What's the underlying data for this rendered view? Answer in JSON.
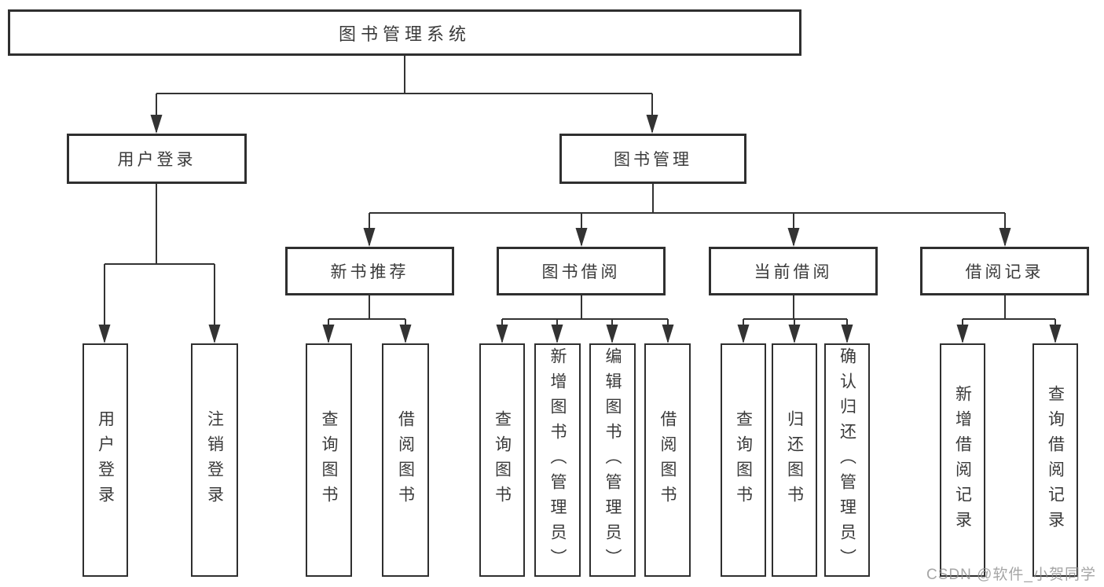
{
  "tree": {
    "root": {
      "label": "图书管理系统"
    },
    "level2": [
      {
        "label": "用户登录",
        "children": [
          {
            "label": "用户登录"
          },
          {
            "label": "注销登录"
          }
        ]
      },
      {
        "label": "图书管理",
        "children": [
          {
            "label": "新书推荐",
            "children": [
              {
                "label": "查询图书"
              },
              {
                "label": "借阅图书"
              }
            ]
          },
          {
            "label": "图书借阅",
            "children": [
              {
                "label": "查询图书"
              },
              {
                "label": "新增图书（管理员）"
              },
              {
                "label": "编辑图书（管理员）"
              },
              {
                "label": "借阅图书"
              }
            ]
          },
          {
            "label": "当前借阅",
            "children": [
              {
                "label": "查询图书"
              },
              {
                "label": "归还图书"
              },
              {
                "label": "确认归还（管理员）"
              }
            ]
          },
          {
            "label": "借阅记录",
            "children": [
              {
                "label": "新增借阅记录"
              },
              {
                "label": "查询借阅记录"
              }
            ]
          }
        ]
      }
    ]
  },
  "watermark": {
    "text": "CSDN @软件_小贺同学"
  },
  "colors": {
    "line": "#333333",
    "border": "#2f2f2f",
    "text": "#3a3a3a",
    "background": "#ffffff",
    "watermark": "#8c8c8c"
  }
}
